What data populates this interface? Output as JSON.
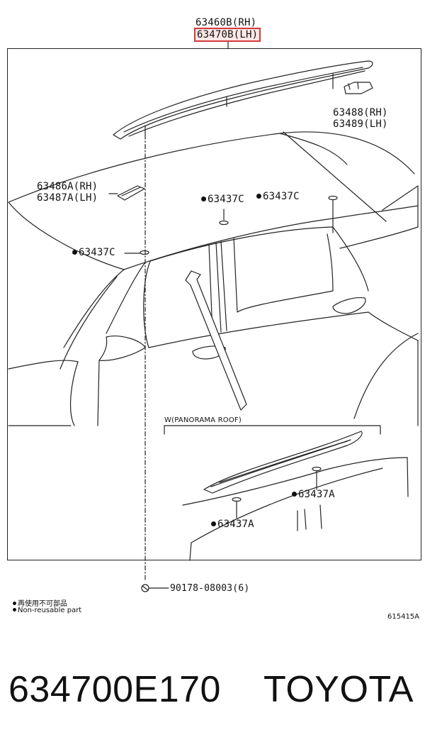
{
  "diagram": {
    "callouts": {
      "roof_rail_rh": "63460B(RH)",
      "roof_rail_lh": "63470B(LH)",
      "end_cover_rh": "63488(RH)",
      "end_cover_lh": "63489(LH)",
      "front_cover_rh": "63486A(RH)",
      "front_cover_lh": "63487A(LH)",
      "clip_mid_a": "63437C",
      "clip_mid_b": "63437C",
      "clip_front": "63437C",
      "clip_pano_rear": "63437A",
      "clip_pano_front": "63437A",
      "bolt": "90178-08003(6)"
    },
    "inset_title": "W(PANORAMA ROOF)",
    "legend": {
      "zh": "再使用不可部品",
      "en": "Non-reusable part"
    },
    "ref_code": "615415A"
  },
  "footer": {
    "part_number": "634700E170",
    "brand": "TOYOTA"
  },
  "colors": {
    "highlight": "#d23a3a",
    "ink": "#111111"
  }
}
